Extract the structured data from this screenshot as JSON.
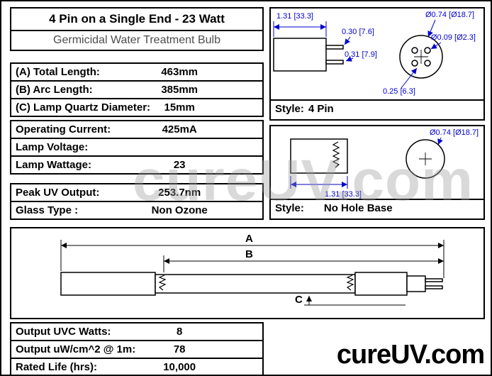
{
  "header": {
    "title": "4 Pin on a Single End - 23 Watt",
    "subtitle": "Germicidal Water Treatment Bulb"
  },
  "spec_groups": {
    "dimensions": {
      "rows": [
        {
          "label": "(A) Total Length:",
          "value": "463mm"
        },
        {
          "label": "(B) Arc Length:",
          "value": "385mm"
        },
        {
          "label": "(C) Lamp Quartz Diameter:",
          "value": "15mm"
        }
      ]
    },
    "electrical": {
      "rows": [
        {
          "label": "Operating Current:",
          "value": "425mA"
        },
        {
          "label": "Lamp Voltage:",
          "value": ""
        },
        {
          "label": "Lamp Wattage:",
          "value": "23"
        }
      ]
    },
    "output": {
      "rows": [
        {
          "label": "Peak UV Output:",
          "value": "253.7nm"
        },
        {
          "label": "Glass Type :",
          "value": "Non Ozone"
        }
      ]
    },
    "performance": {
      "rows": [
        {
          "label": "Output UVC Watts:",
          "value": "8"
        },
        {
          "label": "Output uW/cm^2 @ 1m:",
          "value": "78"
        },
        {
          "label": "Rated Life (hrs):",
          "value": "10,000"
        }
      ]
    }
  },
  "pin_drawing": {
    "dim_length": "1.31 [33.3]",
    "dim_pin_gap_top": "0.30 [7.6]",
    "dim_pin_gap_bottom": "0.31 [7.9]",
    "dim_pin_spacing": "0.25 [6.3]",
    "dim_outer_dia": "Ø0.74 [Ø18.7]",
    "dim_pin_dia": "Ø0.09 [Ø2.3]",
    "style_label": "Style:",
    "style_value": "4 Pin"
  },
  "base_drawing": {
    "dim_outer_dia": "Ø0.74 [Ø18.7]",
    "dim_length": "1.31 [33.3]",
    "style_label": "Style:",
    "style_value": "No Hole Base"
  },
  "lamp_drawing": {
    "label_a": "A",
    "label_b": "B",
    "label_c": "C"
  },
  "branding": {
    "logo_text": "cureUV.com",
    "watermark_text": "cureUV.com"
  },
  "colors": {
    "dimension_blue": "#0000CD",
    "border_black": "#000000",
    "subtitle_gray": "#4d4d4d",
    "watermark_gray": "#9d9d9d"
  }
}
